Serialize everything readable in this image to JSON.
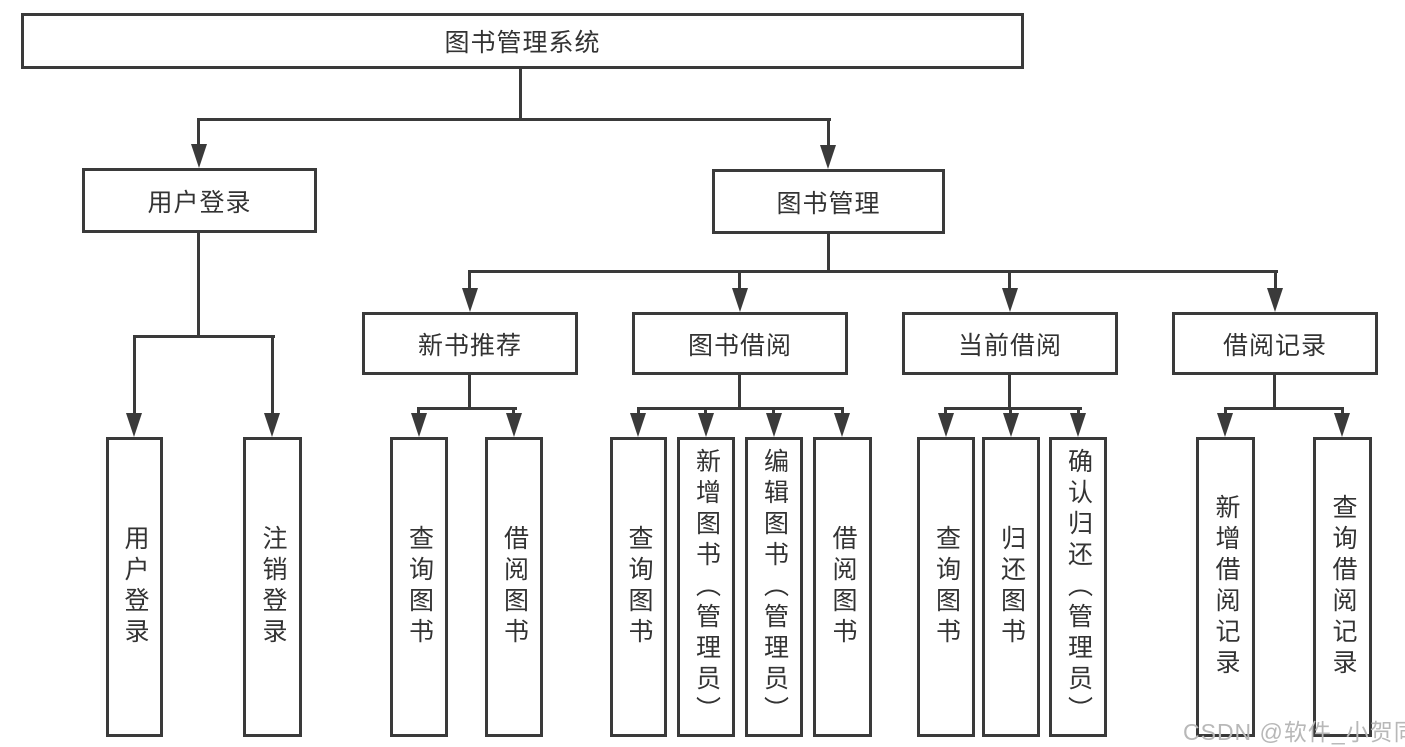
{
  "diagram": {
    "root": {
      "label": "图书管理系统"
    },
    "branches": [
      {
        "label": "用户登录",
        "children": [
          {
            "label": "用户登录"
          },
          {
            "label": "注销登录"
          }
        ]
      },
      {
        "label": "图书管理",
        "children": [
          {
            "label": "新书推荐",
            "children": [
              {
                "label": "查询图书"
              },
              {
                "label": "借阅图书"
              }
            ]
          },
          {
            "label": "图书借阅",
            "children": [
              {
                "label": "查询图书"
              },
              {
                "label": "新增图书（管理员）"
              },
              {
                "label": "编辑图书（管理员）"
              },
              {
                "label": "借阅图书"
              }
            ]
          },
          {
            "label": "当前借阅",
            "children": [
              {
                "label": "查询图书"
              },
              {
                "label": "归还图书"
              },
              {
                "label": "确认归还（管理员）"
              }
            ]
          },
          {
            "label": "借阅记录",
            "children": [
              {
                "label": "新增借阅记录"
              },
              {
                "label": "查询借阅记录"
              }
            ]
          }
        ]
      }
    ]
  },
  "watermark": {
    "text": "CSDN @软件_小贺同学"
  },
  "colors": {
    "line": "#3a3a3a",
    "text": "#333333",
    "watermark": "#b8b8b8",
    "background": "#ffffff"
  }
}
